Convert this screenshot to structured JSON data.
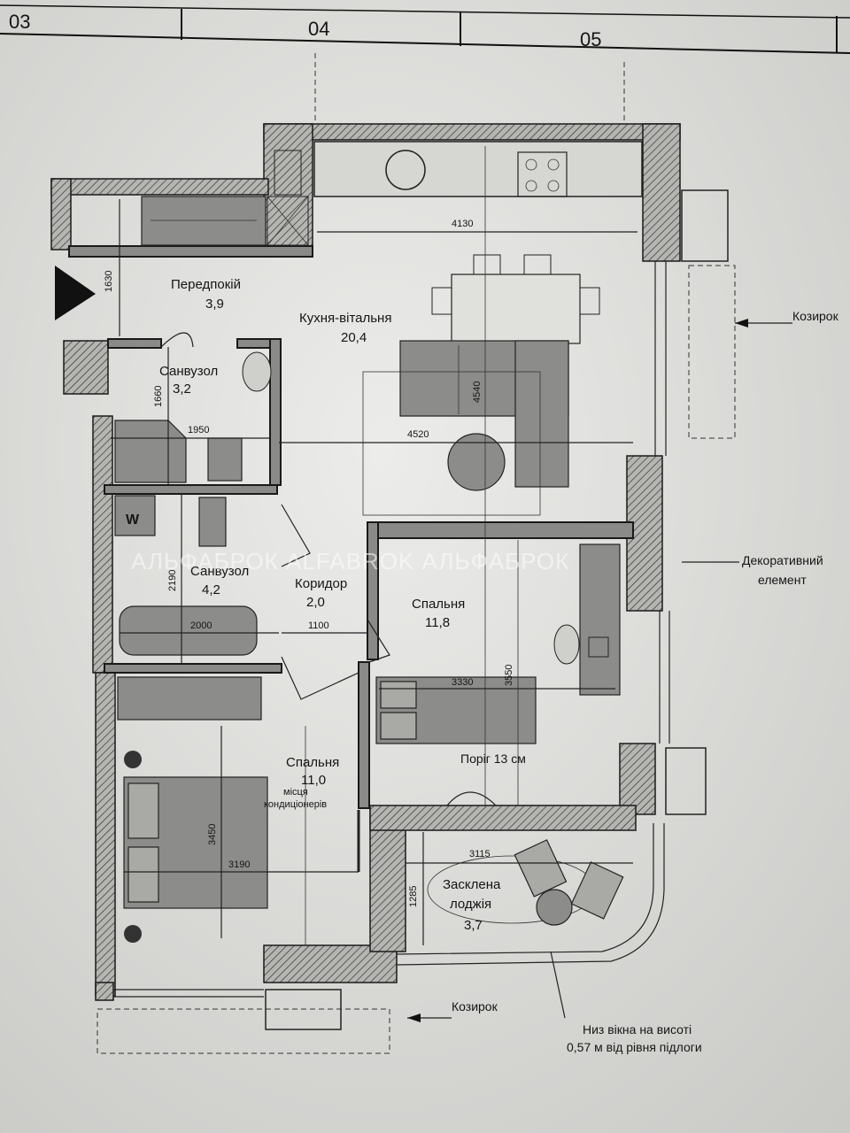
{
  "grid_labels": [
    "03",
    "04",
    "05"
  ],
  "rooms": [
    {
      "key": "hall",
      "name": "Передпокій",
      "area": "3,9"
    },
    {
      "key": "kitchen",
      "name": "Кухня-вітальня",
      "area": "20,4"
    },
    {
      "key": "bath1",
      "name": "Санвузол",
      "area": "3,2"
    },
    {
      "key": "bath2",
      "name": "Санвузол",
      "area": "4,2"
    },
    {
      "key": "corridor",
      "name": "Коридор",
      "area": "2,0"
    },
    {
      "key": "bedroom1",
      "name": "Спальня",
      "area": "11,8"
    },
    {
      "key": "bedroom2",
      "name": "Спальня",
      "area": "11,0"
    },
    {
      "key": "loggia",
      "name_line1": "Засклена",
      "name_line2": "лоджія",
      "area": "3,7"
    }
  ],
  "dimensions": [
    "1630",
    "4130",
    "4540",
    "1660",
    "4520",
    "1950",
    "2190",
    "2000",
    "1100",
    "3330",
    "3550",
    "3450",
    "3190",
    "3115",
    "1285"
  ],
  "annotations": {
    "canopy_top": "Козирок",
    "canopy_bottom": "Козирок",
    "decor_line1": "Декоративний",
    "decor_line2": "елемент",
    "threshold": "Поріг 13 см",
    "ac_line1": "місця",
    "ac_line2": "кондиціонерів",
    "window_line1": "Низ вікна на висоті",
    "window_line2": "0,57 м від рівня підлоги",
    "washer": "W"
  },
  "watermark": "АЛЬФАБРОК АLFABROK АЛЬФАБРОК"
}
